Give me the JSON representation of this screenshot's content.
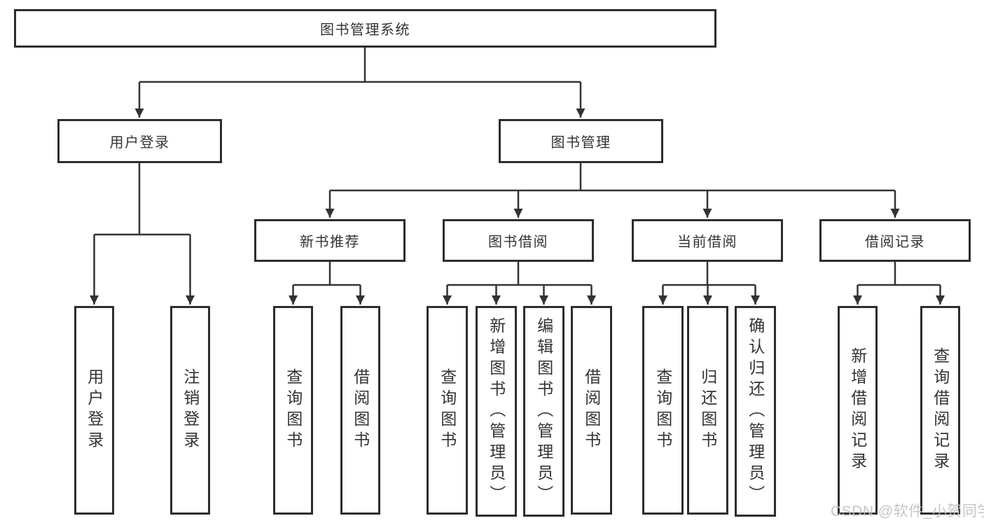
{
  "tree": {
    "root": "图书管理系统",
    "user_login": {
      "label": "用户登录",
      "children": [
        "用户登录",
        "注销登录"
      ]
    },
    "book_mgmt": {
      "label": "图书管理"
    },
    "new_book": {
      "label": "新书推荐",
      "children": [
        "查询图书",
        "借阅图书"
      ]
    },
    "borrow": {
      "label": "图书借阅",
      "children": [
        "查询图书",
        "新增图书（管理员）",
        "编辑图书（管理员）",
        "借阅图书"
      ]
    },
    "current": {
      "label": "当前借阅",
      "children": [
        "查询图书",
        "归还图书",
        "确认归还（管理员）"
      ]
    },
    "record": {
      "label": "借阅记录",
      "children": [
        "新增借阅记录",
        "查询借阅记录"
      ]
    }
  },
  "watermark": "CSDN @软件_小贺同学",
  "colors": {
    "line": "#333333",
    "box_border": "#2d2d2d",
    "text": "#333333",
    "watermark": "#c0c0c0"
  }
}
